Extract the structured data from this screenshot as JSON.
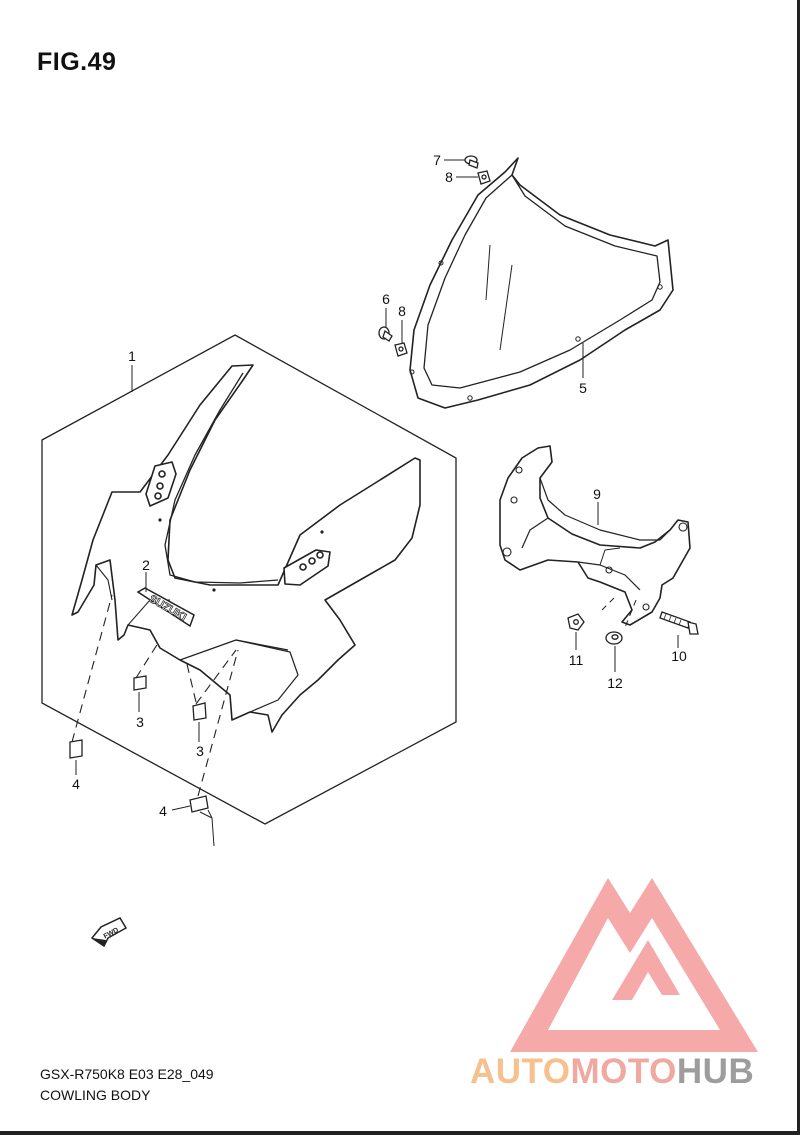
{
  "figure": {
    "title": "FIG.49"
  },
  "footer": {
    "model_code": "GSX-R750K8 E03 E28_049",
    "section_name": "COWLING BODY"
  },
  "part_emblem_text": "SUZUKI",
  "direction_marker": "FWD",
  "callouts": [
    {
      "id": "c1",
      "label": "1"
    },
    {
      "id": "c2",
      "label": "2"
    },
    {
      "id": "c3a",
      "label": "3"
    },
    {
      "id": "c3b",
      "label": "3"
    },
    {
      "id": "c4a",
      "label": "4"
    },
    {
      "id": "c4b",
      "label": "4"
    },
    {
      "id": "c5",
      "label": "5"
    },
    {
      "id": "c6",
      "label": "6"
    },
    {
      "id": "c7",
      "label": "7"
    },
    {
      "id": "c8a",
      "label": "8"
    },
    {
      "id": "c8b",
      "label": "8"
    },
    {
      "id": "c9",
      "label": "9"
    },
    {
      "id": "c10",
      "label": "10"
    },
    {
      "id": "c11",
      "label": "11"
    },
    {
      "id": "c12",
      "label": "12"
    }
  ],
  "watermark": {
    "part1": "AUTO",
    "part2": "MOTO",
    "part3": "HUB",
    "colors": {
      "triangle": "#f39a9a",
      "auto": "#f7c08f",
      "moto": "#f0a9a0",
      "hub": "#9d9d9d"
    }
  }
}
